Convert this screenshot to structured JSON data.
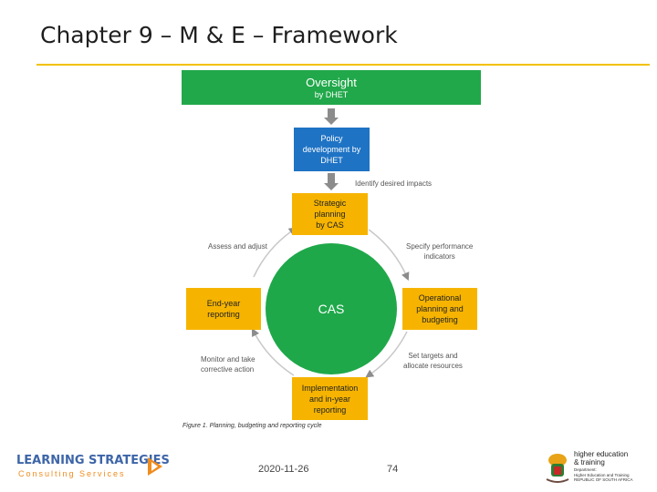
{
  "slide": {
    "title": "Chapter 9 – M & E – Framework",
    "date": "2020-11-26",
    "page_number": "74"
  },
  "diagram": {
    "oversight": {
      "title": "Oversight",
      "subtitle": "by DHET"
    },
    "policy": "Policy\ndevelopment by\nDHET",
    "identify_label": "Identify desired impacts",
    "strategic": "Strategic\nplanning\nby CAS",
    "operational": "Operational\nplanning and\nbudgeting",
    "implementation": "Implementation\nand in-year\nreporting",
    "endyear": "End-year\nreporting",
    "center": "CAS",
    "specify_label": "Specify performance\nindicators",
    "targets_label": "Set targets and\nallocate resources",
    "monitor_label": "Monitor and take\ncorrective action",
    "assess_label": "Assess and adjust",
    "caption": "Figure 1. Planning, budgeting and reporting cycle"
  },
  "logos": {
    "left": {
      "line1": "LEARNING STRATEGIES",
      "line2": "Consulting Services"
    },
    "right": {
      "line1": "higher education\n& training",
      "line2": "Department:\nHigher Education and Training\nREPUBLIC OF SOUTH AFRICA"
    }
  },
  "colors": {
    "title_rule": "#f2c200",
    "green": "#21a84a",
    "blue": "#1f73c4",
    "orange": "#f6b400",
    "arrow_gray": "#8c8c8c"
  }
}
